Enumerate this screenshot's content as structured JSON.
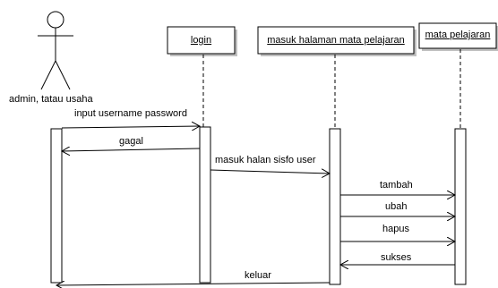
{
  "actor": {
    "name": "admin, tatau usaha"
  },
  "objects": [
    {
      "id": "login",
      "label": "login"
    },
    {
      "id": "masuk",
      "label": "masuk halaman mata pelajaran"
    },
    {
      "id": "mapel",
      "label": "mata pelajaran"
    }
  ],
  "messages": [
    {
      "id": "m1",
      "label": "input username password",
      "from": "actor",
      "to": "login"
    },
    {
      "id": "m2",
      "label": "gagal",
      "from": "login",
      "to": "actor"
    },
    {
      "id": "m3",
      "label": "masuk halan sisfo user",
      "from": "login",
      "to": "masuk"
    },
    {
      "id": "m4",
      "label": "tambah",
      "from": "masuk",
      "to": "mapel"
    },
    {
      "id": "m5",
      "label": "ubah",
      "from": "masuk",
      "to": "mapel"
    },
    {
      "id": "m6",
      "label": "hapus",
      "from": "masuk",
      "to": "mapel"
    },
    {
      "id": "m7",
      "label": "sukses",
      "from": "mapel",
      "to": "masuk"
    },
    {
      "id": "m8",
      "label": "keluar",
      "from": "masuk",
      "to": "actor"
    }
  ]
}
